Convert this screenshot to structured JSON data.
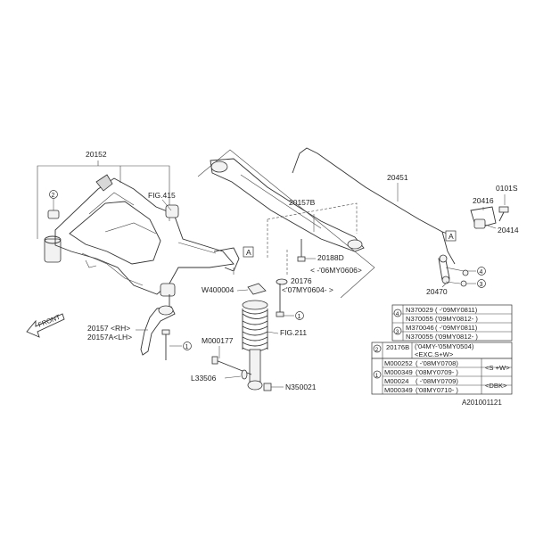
{
  "labels": {
    "crossmember": "20152",
    "fig415": "FIG.415",
    "lateral_link": "20157B",
    "bolt_20188d": "20188D",
    "bolt_range_a": "<  -'06MY0606>",
    "stabilizer": "20451",
    "bolt_0101s": "0101S",
    "clamp_20416": "20416",
    "bush_20414": "20414",
    "link_20470": "20470",
    "washer_w400004": "W400004",
    "spacer_20176": "20176",
    "spacer_range": "<'07MY0604-  >",
    "fig211": "FIG.211",
    "link_rh": "20157 <RH>",
    "link_lh": "20157A<LH>",
    "bolt_m000177": "M000177",
    "bolt_l33506": "L33506",
    "nut_n350021": "N350021",
    "front": "FRONT",
    "diagram_code": "A201001121",
    "ref_a": "A"
  },
  "callouts": {
    "c1": "1",
    "c2": "2",
    "c3": "3",
    "c4": "4"
  },
  "table": {
    "rows": [
      {
        "ref": "4",
        "code": "N370029",
        "range": "(  -'09MY0811)"
      },
      {
        "ref": "",
        "code": "N370055",
        "range": "('09MY0812-  )"
      },
      {
        "ref": "3",
        "code": "M370046",
        "range": "(  -'09MY0811)"
      },
      {
        "ref": "",
        "code": "N370055",
        "range": "('09MY0812-  )"
      },
      {
        "ref": "2",
        "code": "20176B",
        "range": "('04MY-'05MY0504)"
      },
      {
        "ref": "",
        "code": "",
        "range": "<EXC.S+W>"
      },
      {
        "ref": "1",
        "code": "M000252",
        "range": "(  -'08MY0708)"
      },
      {
        "ref": "",
        "code": "M000349",
        "range": "('08MY0709-  )"
      },
      {
        "ref": "",
        "code": "M00024",
        "range": "(  -'08MY0709)"
      },
      {
        "ref": "",
        "code": "M000349",
        "range": "('08MY0710-  )"
      }
    ],
    "note_sw": "<S +W>",
    "note_dbk": "<DBK>"
  }
}
